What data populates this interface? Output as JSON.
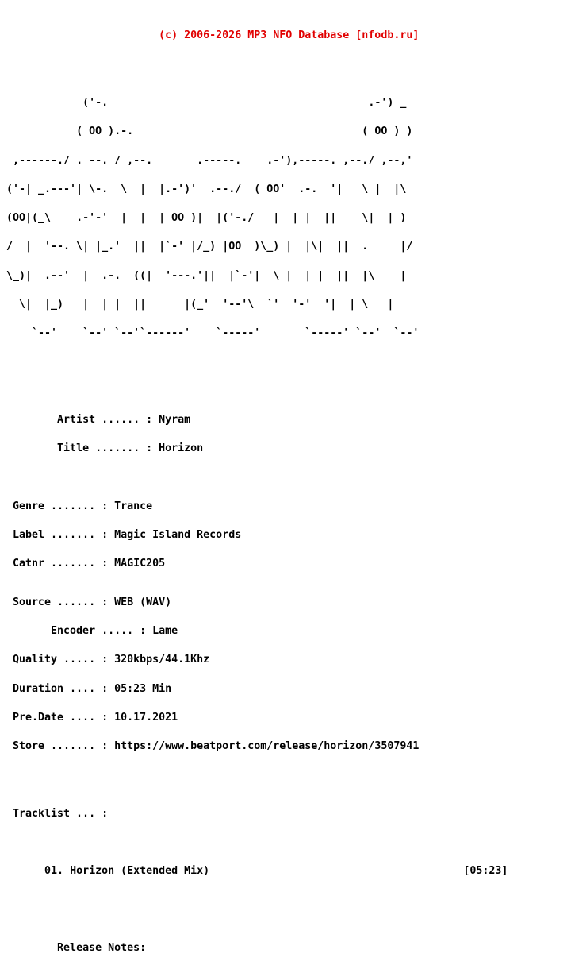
{
  "header": {
    "copyright": "(c) 2006-2026 MP3 NFO Database [nfodb.ru]",
    "color": "#e10000"
  },
  "ascii_art": {
    "word": "FALCON",
    "lines": [
      "             ('-.                                         .-') _",
      "            ( OO ).-.                                    ( OO ) )",
      "  ,------./ . --. / ,--.       .-----.    .-'),-----. ,--./ ,--,'",
      " ('-| _.---'| \\-.  \\  |  |.-')'  .--./  ( OO'  .-.  '|   \\ |  |\\",
      " (OO|(_\\    .-'-'  |  |  | OO )|  |('-./   |  | |  ||    \\|  | )",
      " /  |  '--. \\| |_.'  ||  |`-' |/_) |OO  )\\_) |  |\\|  ||  .     |/",
      " \\_)|  .--'  |  .-.  ((|  '---.'||  |`-'|  \\ |  | |  ||  |\\    |",
      "   \\|  |_)   |  | |  ||      |(_'  '--'\\  `'  '-'  '|  | \\   |",
      "     `--'    `--' `--'`------'    `-----'       `-----' `--'  `--'"
    ]
  },
  "release": {
    "artist": {
      "label": "Artist ...... :",
      "value": "Nyram"
    },
    "title": {
      "label": "Title ....... :",
      "value": "Horizon"
    },
    "genre": {
      "label": "Genre ....... :",
      "value": "Trance"
    },
    "label": {
      "label": "Label ....... :",
      "value": "Magic Island Records"
    },
    "catnr": {
      "label": "Catnr ....... :",
      "value": "MAGIC205"
    },
    "source": {
      "label": "Source ...... :",
      "value": "WEB (WAV)"
    },
    "encoder": {
      "label": "Encoder ..... :",
      "value": "Lame"
    },
    "quality": {
      "label": "Quality ..... :",
      "value": "320kbps/44.1Khz"
    },
    "duration": {
      "label": "Duration .... :",
      "value": "05:23 Min"
    },
    "predate": {
      "label": "Pre.Date .... :",
      "value": "10.17.2021"
    },
    "store": {
      "label": "Store ....... :",
      "value": "https://www.beatport.com/release/horizon/3507941"
    }
  },
  "tracklist": {
    "label": "Tracklist ... :",
    "tracks": [
      {
        "number": "01.",
        "title": "Horizon (Extended Mix)",
        "duration": "[05:23]"
      }
    ]
  },
  "notes": {
    "label": "Release Notes:"
  }
}
